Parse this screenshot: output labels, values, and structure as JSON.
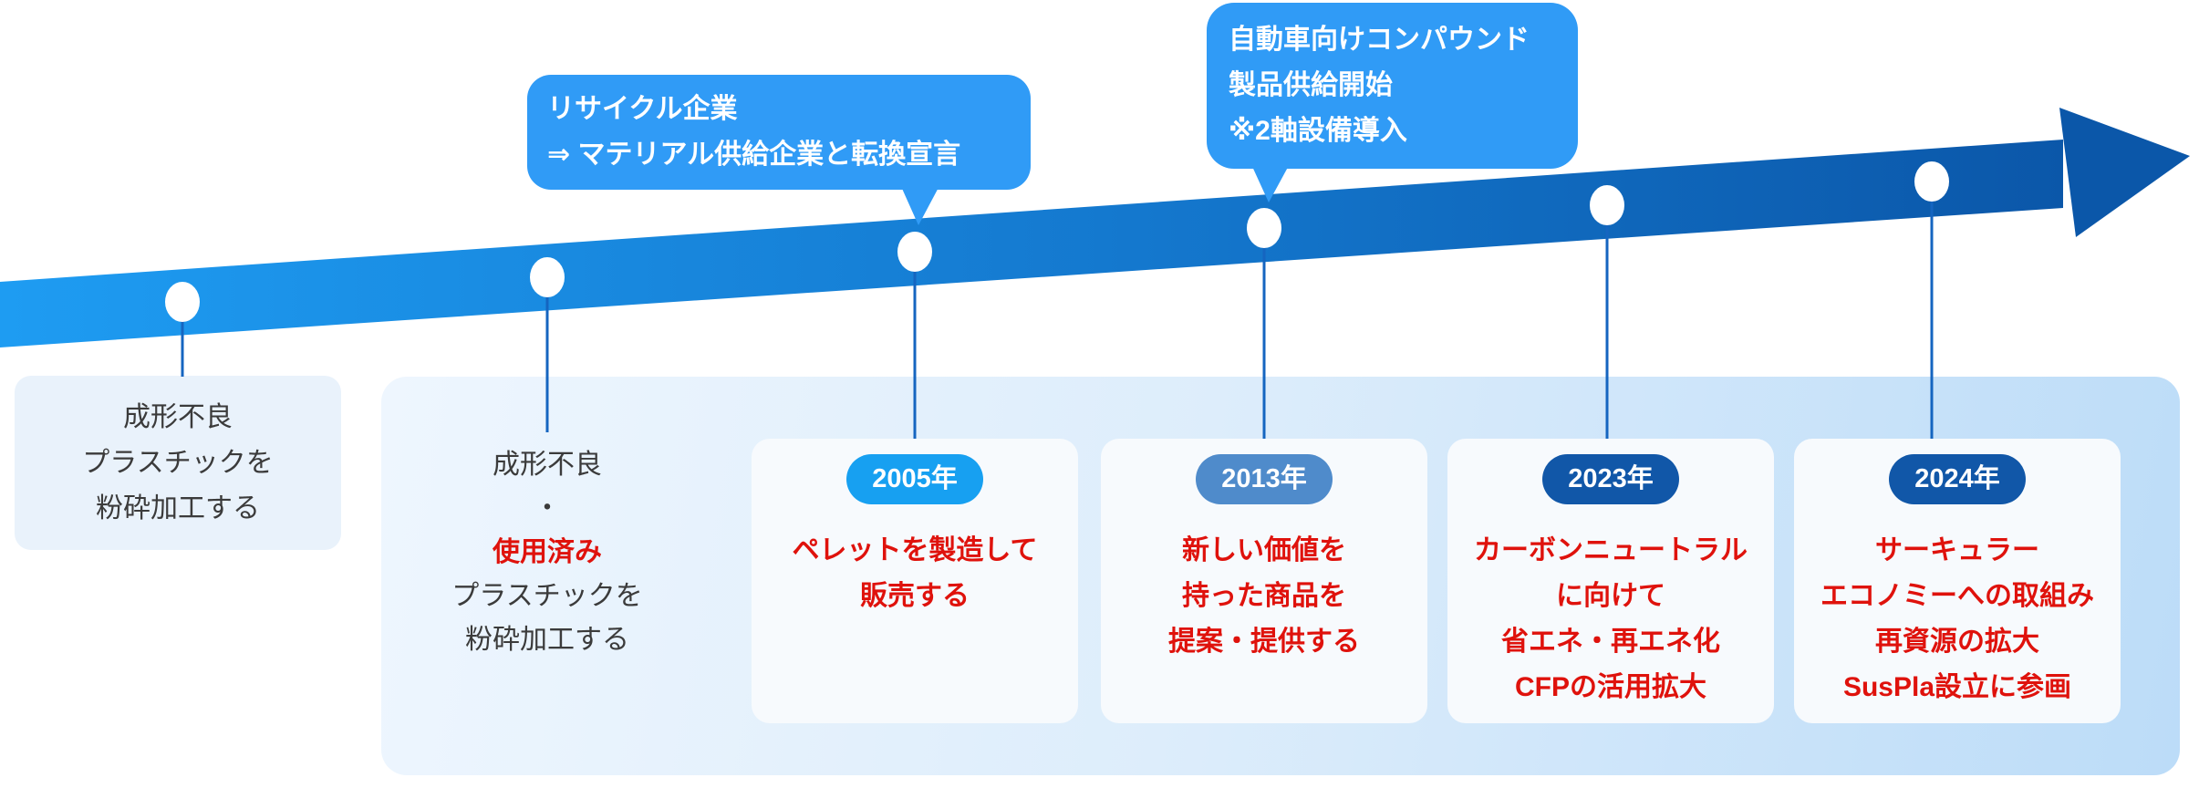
{
  "callouts": [
    {
      "lines": [
        "リサイクル企業",
        "⇒ マテリアル供給企業と転換宣言"
      ]
    },
    {
      "lines": [
        "自動車向けコンパウンド",
        "製品供給開始",
        "※2軸設備導入"
      ]
    }
  ],
  "era1": {
    "lines": [
      "成形不良",
      "プラスチックを",
      "粉砕加工する"
    ]
  },
  "era2": {
    "lines": [
      "成形不良",
      "・",
      "使用済み",
      "プラスチックを",
      "粉砕加工する"
    ],
    "emphasized_line": "使用済み"
  },
  "cards": [
    {
      "year": "2005年",
      "badge_color": "#17a0f1",
      "lines": [
        "ペレットを製造して",
        "販売する"
      ]
    },
    {
      "year": "2013年",
      "badge_color": "#4f8bcb",
      "lines": [
        "新しい価値を",
        "持った商品を",
        "提案・提供する"
      ]
    },
    {
      "year": "2023年",
      "badge_color": "#1157a8",
      "lines": [
        "カーボンニュートラル",
        "に向けて",
        "省エネ・再エネ化",
        "CFPの活用拡大"
      ]
    },
    {
      "year": "2024年",
      "badge_color": "#1157a8",
      "lines": [
        "サーキュラー",
        "エコノミーへの取組み",
        "再資源の拡大",
        "SusPla設立に参画"
      ]
    }
  ],
  "colors": {
    "band_gradient_start": "#1e9cf2",
    "band_gradient_end": "#0b57a9",
    "arrowhead": "#0b57a9",
    "callout_bubble": "#309bf6",
    "connector_line": "#1565c0",
    "emphasis_red": "#df120c",
    "dark_text": "#3b3b3b",
    "panel_gradient_start": "#eef6fe",
    "panel_gradient_end": "#bcdcf8",
    "era1_card_bg": "#e9f2fb",
    "event_card_bg": "#f7fafd"
  }
}
